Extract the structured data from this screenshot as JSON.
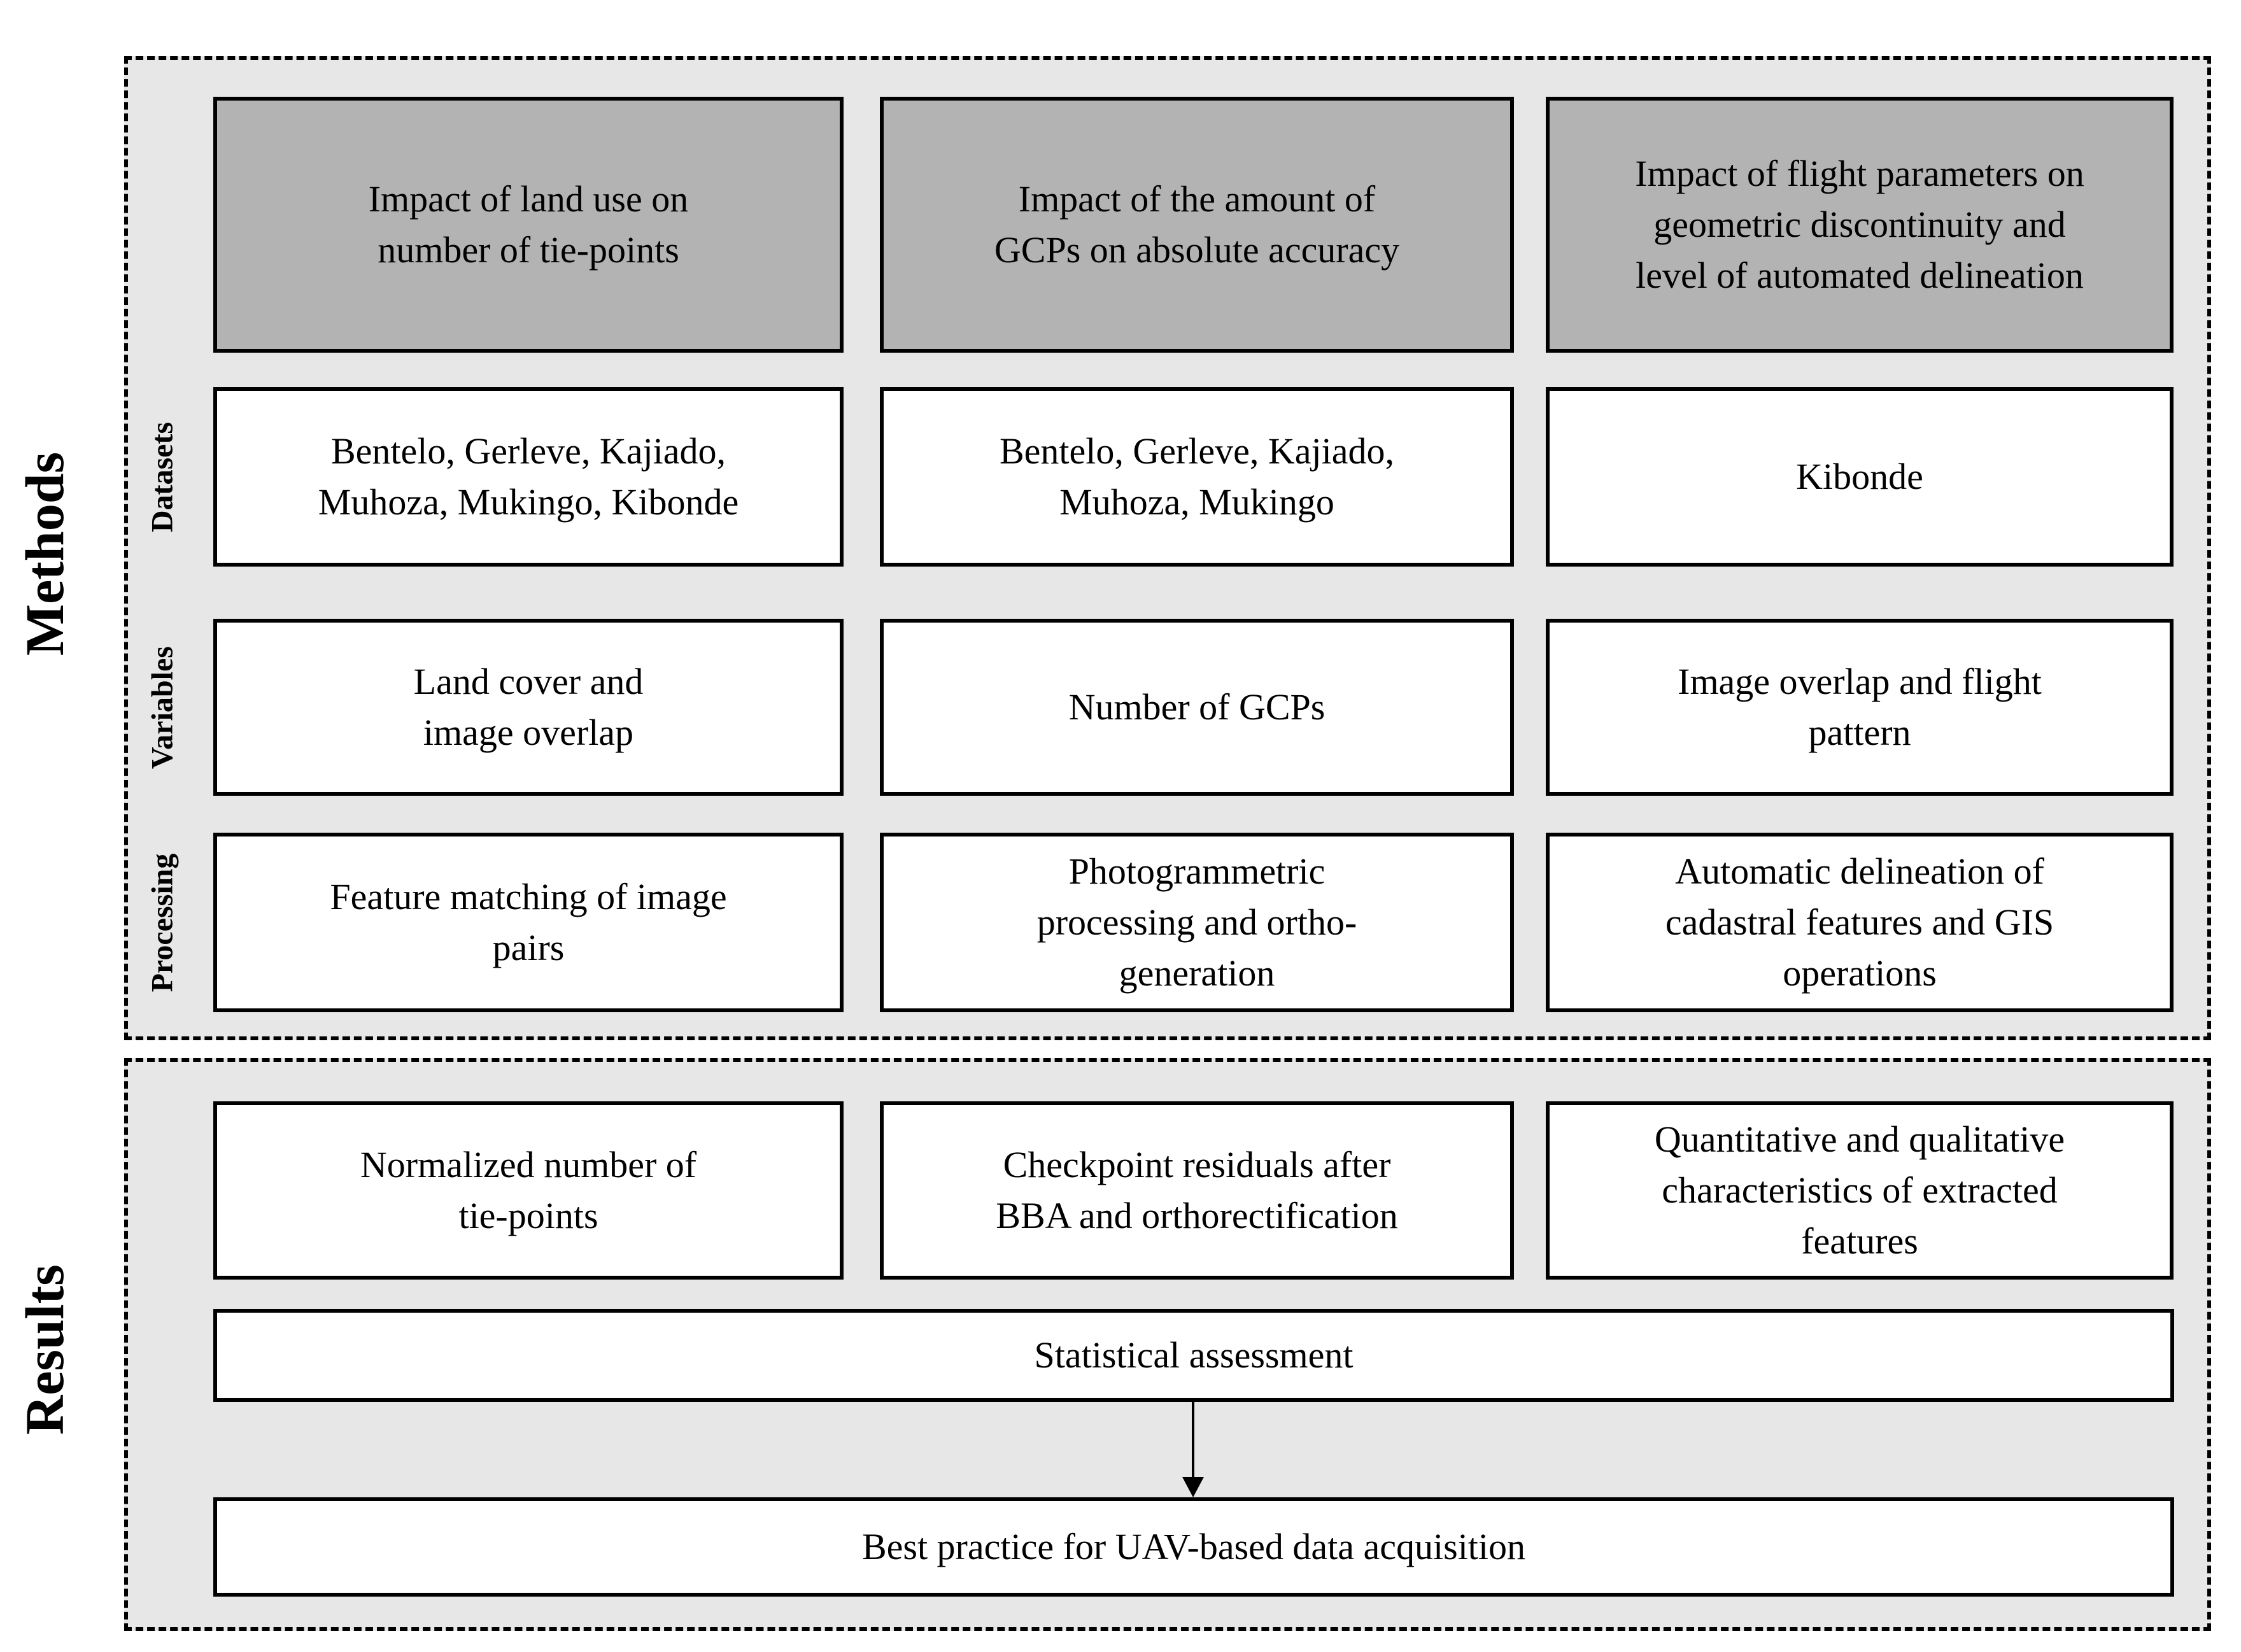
{
  "figure": {
    "type": "workflow-diagram",
    "colors": {
      "section_background": "#e7e7e7",
      "header_box_background": "#b3b3b3",
      "box_background": "#ffffff",
      "border_and_text": "#000000"
    }
  },
  "sections": {
    "methods": {
      "label": "Methods",
      "row_labels": {
        "datasets": "Datasets",
        "variables": "Variables",
        "processing": "Processing"
      },
      "columns": [
        {
          "header": "Impact of land use on number of tie-points",
          "datasets": "Bentelo, Gerleve, Kajiado, Muhoza, Mukingo, Kibonde",
          "variables": "Land cover and image overlap",
          "processing": "Feature matching of image pairs"
        },
        {
          "header": "Impact of the amount of GCPs on absolute accuracy",
          "datasets": "Bentelo, Gerleve, Kajiado, Muhoza, Mukingo",
          "variables": "Number of GCPs",
          "processing": "Photogrammetric processing and ortho-generation"
        },
        {
          "header": "Impact of flight parameters on geometric discontinuity and level of automated delineation",
          "datasets": "Kibonde",
          "variables": "Image overlap and flight pattern",
          "processing": "Automatic delineation of cadastral features and GIS operations"
        }
      ]
    },
    "results": {
      "label": "Results",
      "outputs": [
        "Normalized number of tie-points",
        "Checkpoint residuals after BBA and orthorectification",
        "Quantitative and qualitative characteristics of extracted features"
      ],
      "assessment": "Statistical assessment",
      "conclusion": "Best practice for UAV-based data acquisition"
    }
  }
}
